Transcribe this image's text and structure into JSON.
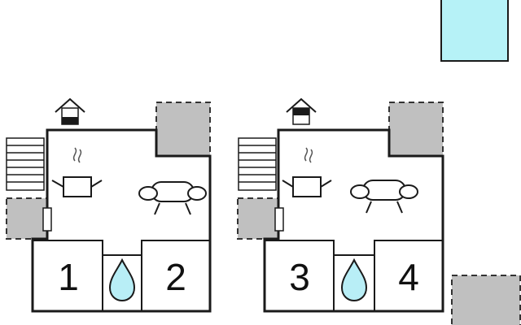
{
  "colors": {
    "wall": "#1a1a1a",
    "terrace": "#c0c0c0",
    "pool": "#b6f2f7",
    "water_drop": "#b8eef6",
    "background": "#ffffff"
  },
  "units": [
    {
      "id": "unit-a",
      "icons": [
        "house-entrance-icon",
        "stairs-icon",
        "kitchen-pot-icon",
        "sofa-icon",
        "bathroom-drop-icon"
      ],
      "bedrooms": [
        {
          "label": "1"
        },
        {
          "label": "2"
        }
      ]
    },
    {
      "id": "unit-b",
      "icons": [
        "house-entrance-icon",
        "stairs-icon",
        "kitchen-pot-icon",
        "sofa-icon",
        "bathroom-drop-icon"
      ],
      "bedrooms": [
        {
          "label": "3"
        },
        {
          "label": "4"
        }
      ]
    }
  ]
}
